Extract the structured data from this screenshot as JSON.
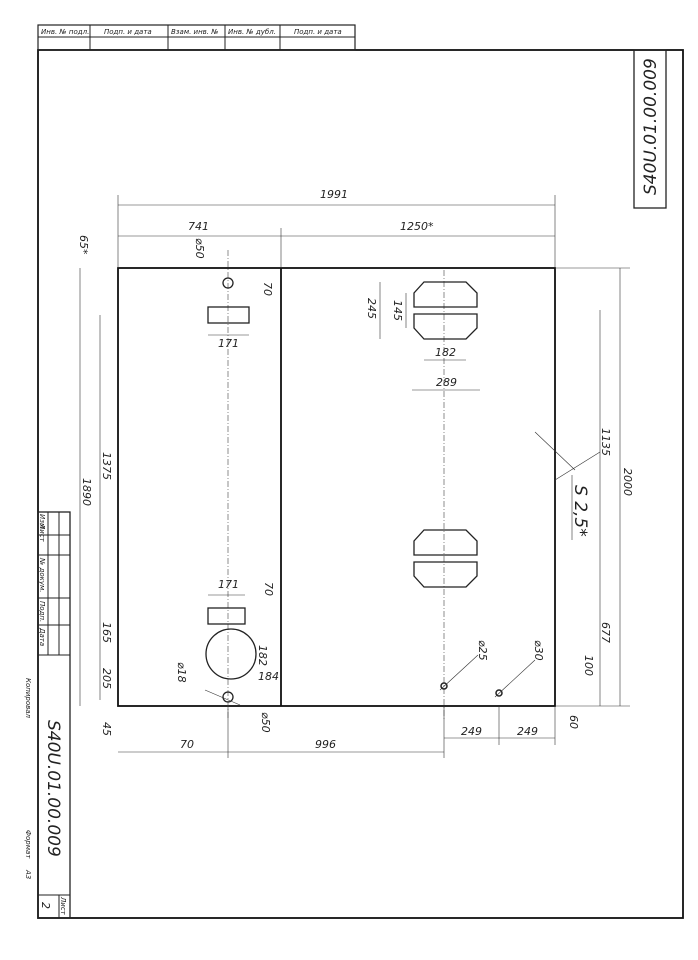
{
  "stamp_top": {
    "headers": [
      "Инв. № подл.",
      "Подп. и дата",
      "Взам. инв. №",
      "Инв. № дубл.",
      "Подп. и дата"
    ]
  },
  "drawing_number": "S40U.01.00.009",
  "drawing_number_top": "S40U.01.00.009",
  "title_block": {
    "columns": [
      "Изм",
      "Лист",
      "№ докум.",
      "Подп.",
      "Дата"
    ],
    "copied_label": "Копировал",
    "format_label": "Формат",
    "format_value": "А3",
    "sheet_label": "Лист",
    "sheet_value": "2"
  },
  "dimensions": {
    "overall_width": "1991",
    "left_width": "741",
    "right_width": "1250*",
    "top_offset": "65*",
    "hole_top_dia": "⌀50",
    "hole_top_offset": "70",
    "slot_top_len": "171",
    "span_1375": "1375",
    "span_1890": "1890",
    "cut_245": "245",
    "cut_145": "145",
    "cut_182": "182",
    "cut_289": "289",
    "span_1135": "1135",
    "overall_height": "2000",
    "thickness": "S 2,5*",
    "span_677": "677",
    "offset_100": "100",
    "offset_60": "60",
    "hole_25": "⌀25",
    "hole_30": "⌀30",
    "slot_bottom_len": "171",
    "slot_bottom_offset": "70",
    "circle_182": "182",
    "circle_184": "184",
    "hole_18": "⌀18",
    "hole_bottom_dia": "⌀50",
    "offset_165": "165",
    "offset_205": "205",
    "offset_45": "45",
    "bottom_70": "70",
    "bottom_996": "996",
    "bottom_249_a": "249",
    "bottom_249_b": "249"
  }
}
